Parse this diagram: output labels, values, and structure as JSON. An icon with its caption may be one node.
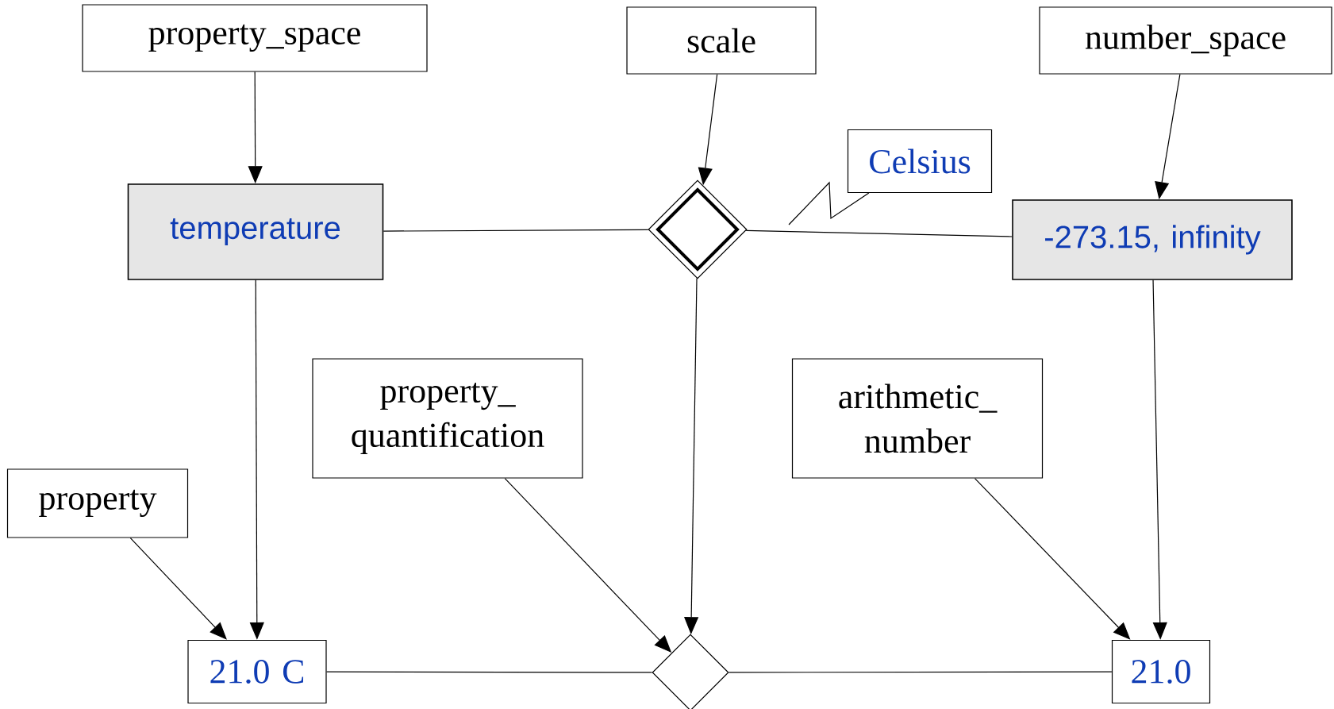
{
  "diagram": {
    "nodes": [
      {
        "text": [
          "property_space"
        ]
      },
      {
        "text": [
          "scale"
        ]
      },
      {
        "text": [
          "number_space"
        ]
      },
      {
        "text": [
          "Celsius"
        ]
      },
      {
        "text": [
          "temperature"
        ]
      },
      {
        "text": [],
        "shape": "diamond"
      },
      {
        "text": [
          "-273.15, infinity"
        ]
      },
      {
        "text": [
          "property_ quantification"
        ]
      },
      {
        "text": [
          "arithmetic_ number"
        ]
      },
      {
        "text": [
          "property"
        ]
      },
      {
        "text": [
          "21.0 C"
        ]
      },
      {
        "text": [],
        "shape": "diamond"
      },
      {
        "text": [
          "21.0"
        ]
      }
    ],
    "edges": [
      {
        "from": 0,
        "to": 4,
        "arrow": "to"
      },
      {
        "from": 1,
        "to": 5,
        "arrow": "to"
      },
      {
        "from": 2,
        "to": 6,
        "arrow": "to"
      },
      {
        "from": 4,
        "to": 5,
        "arrow": "none"
      },
      {
        "from": 5,
        "to": 6,
        "arrow": "none"
      },
      {
        "from": 3,
        "to": null,
        "arrow": "none"
      },
      {
        "from": 4,
        "to": 10,
        "arrow": "to"
      },
      {
        "from": 5,
        "to": 11,
        "arrow": "to"
      },
      {
        "from": 6,
        "to": 12,
        "arrow": "to"
      },
      {
        "from": 9,
        "to": 10,
        "arrow": "to"
      },
      {
        "from": 7,
        "to": 11,
        "arrow": "to"
      },
      {
        "from": 8,
        "to": 12,
        "arrow": "to"
      },
      {
        "from": 10,
        "to": 11,
        "arrow": "none"
      },
      {
        "from": 11,
        "to": 12,
        "arrow": "none"
      }
    ]
  }
}
